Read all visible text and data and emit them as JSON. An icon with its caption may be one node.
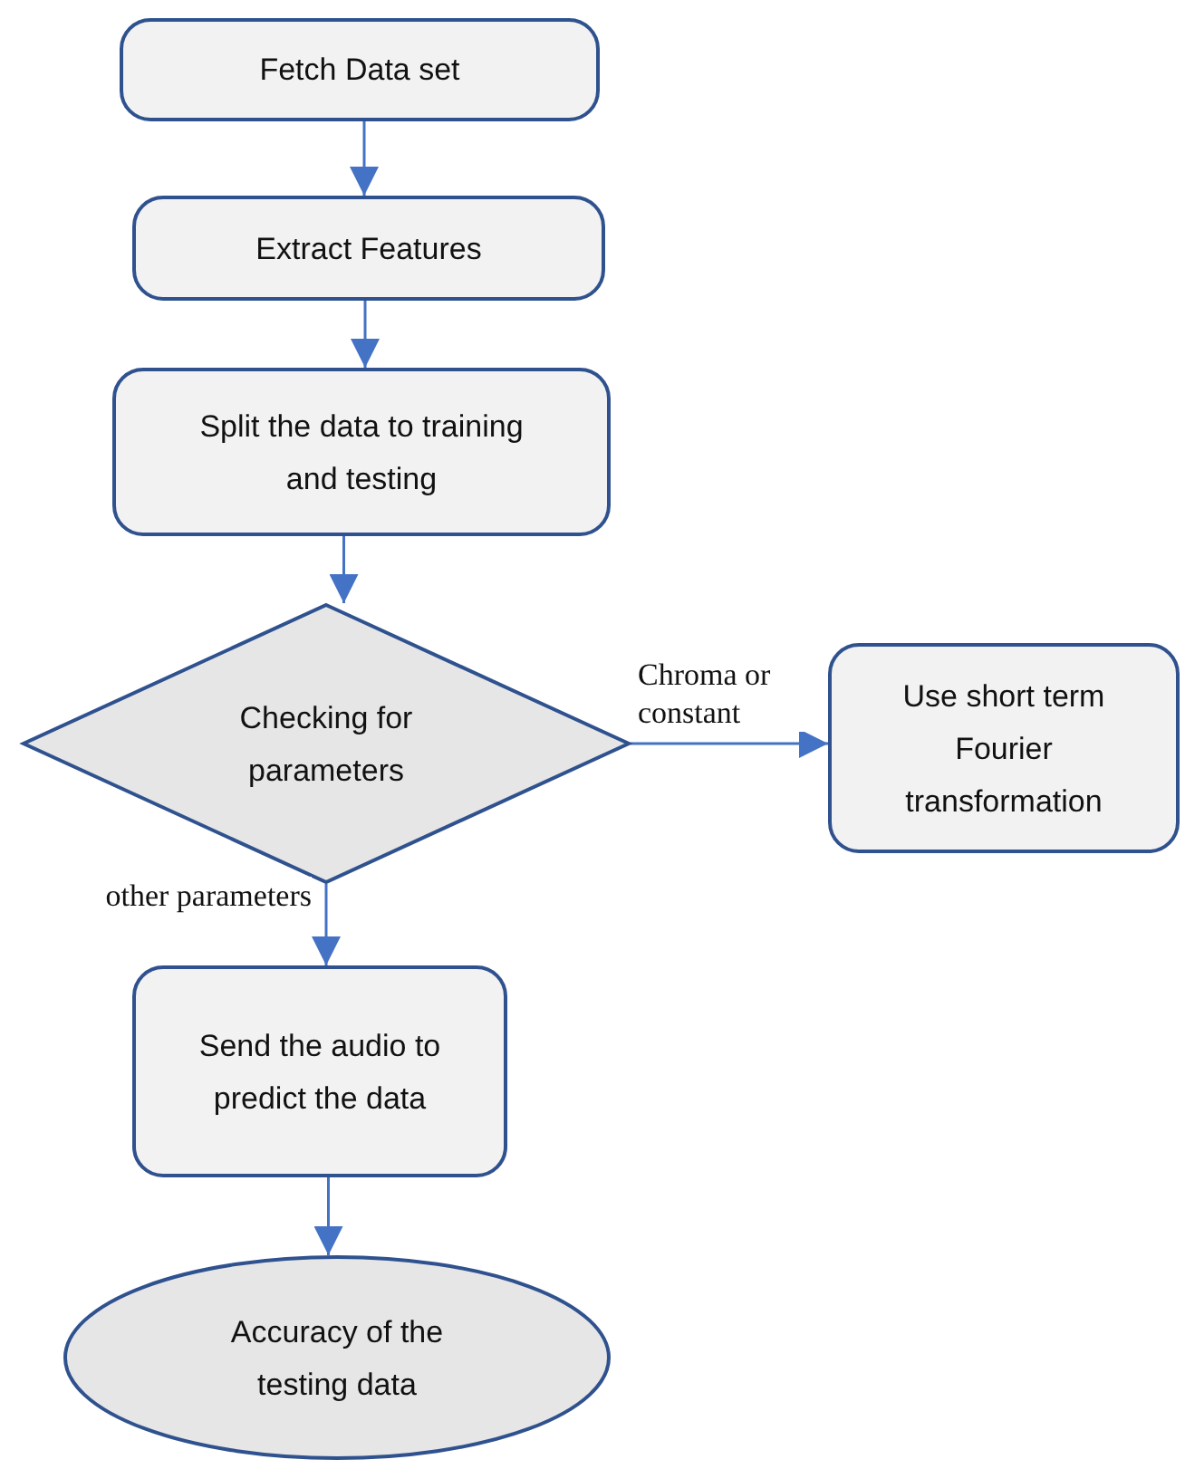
{
  "diagram": {
    "nodes": [
      {
        "text": [
          "Fetch Data set"
        ]
      },
      {
        "text": [
          "Extract Features"
        ]
      },
      {
        "text": [
          "Split the data to training and testing"
        ]
      },
      {
        "text": [
          "Checking for parameters"
        ]
      },
      {
        "text": [
          "Use short term Fourier transformation"
        ]
      },
      {
        "text": [
          "Send the audio to predict the data"
        ]
      },
      {
        "text": [
          "Accuracy of the testing data"
        ]
      }
    ],
    "edges": [
      {
        "from": 0,
        "to": 1,
        "arrow": "to"
      },
      {
        "from": 1,
        "to": 2,
        "arrow": "to"
      },
      {
        "from": 2,
        "to": 3,
        "arrow": "to"
      },
      {
        "from": 3,
        "to": 4,
        "label": "Chroma or constant",
        "arrow": "to"
      },
      {
        "from": 3,
        "to": 5,
        "label": "other parameters",
        "arrow": "to"
      },
      {
        "from": 5,
        "to": 6,
        "arrow": "to"
      }
    ]
  }
}
